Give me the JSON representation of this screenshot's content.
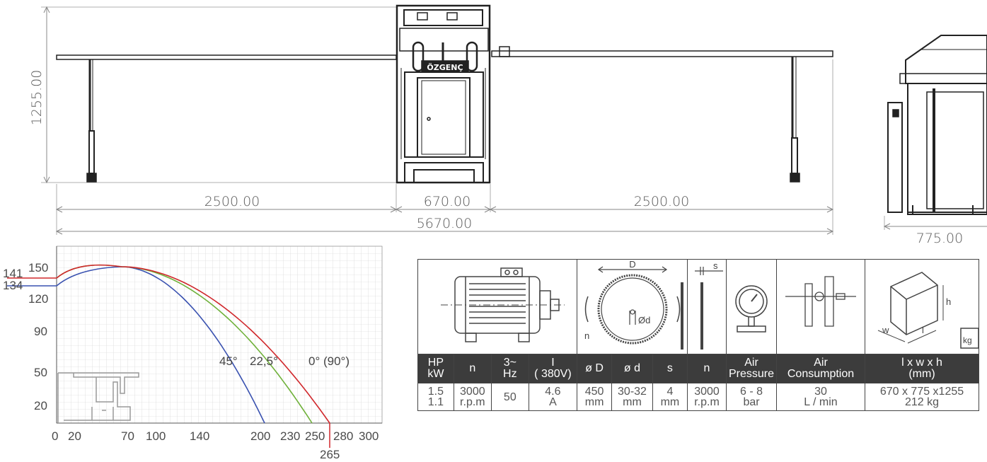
{
  "front_view": {
    "brand": "ÖZGENÇ",
    "height_dim": "1255.00",
    "left_table_dim": "2500.00",
    "machine_width_dim": "670.00",
    "right_table_dim": "2500.00",
    "total_width_dim": "5670.00"
  },
  "side_view": {
    "depth_dim": "775.00"
  },
  "cutting_chart": {
    "y_left_labels": [
      "141",
      "134"
    ],
    "y_ticks": [
      "150",
      "120",
      "90",
      "50",
      "20"
    ],
    "x_ticks": [
      "0",
      "20",
      "70",
      "100",
      "140",
      "200",
      "230",
      "250",
      "280",
      "300"
    ],
    "x_extra": "265",
    "curves": [
      {
        "label": "45°",
        "color": "#3a52b0"
      },
      {
        "label": "22,5°",
        "color": "#6fb13a"
      },
      {
        "label": "0° (90°)",
        "color": "#d0282c"
      }
    ]
  },
  "spec_table": {
    "headers": [
      "HP\nkW",
      "n",
      "3~\nHz",
      "I\n( 380V)",
      "ø D",
      "ø d",
      "s",
      "n",
      "Air\nPressure",
      "Air\nConsumption",
      "l x w x h\n(mm)"
    ],
    "values": [
      "1.5\n1.1",
      "3000\nr.p.m",
      "50",
      "4.6\nA",
      "450\nmm",
      "30-32\nmm",
      "4\nmm",
      "3000\nr.p.m",
      "6 - 8\nbar",
      "30\nL / min",
      "670 x 775 x1255\n212 kg"
    ],
    "icon_labels": {
      "blade_D": "D",
      "blade_d": "Ød",
      "blade_n": "n",
      "thickness_s": "s",
      "box_h": "h",
      "box_w": "w",
      "box_l": "l",
      "weight_unit": "kg"
    }
  }
}
